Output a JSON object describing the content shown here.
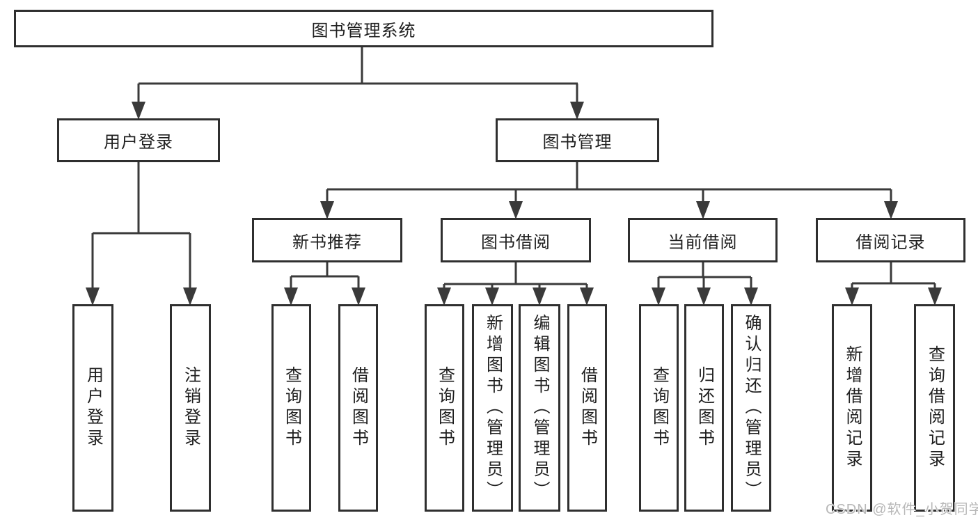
{
  "colors": {
    "line_color": "#3a3a3a",
    "box_border": "#2f2f2f",
    "box_fill": "#ffffff",
    "label_text": "#1f1f1f",
    "watermark_text": "#b8b8b8"
  },
  "tree": {
    "label": "图书管理系统",
    "children": [
      {
        "label": "用户登录",
        "children": [
          {
            "label": "用户登录"
          },
          {
            "label": "注销登录"
          }
        ]
      },
      {
        "label": "图书管理",
        "children": [
          {
            "label": "新书推荐",
            "children": [
              {
                "label": "查询图书"
              },
              {
                "label": "借阅图书"
              }
            ]
          },
          {
            "label": "图书借阅",
            "children": [
              {
                "label": "查询图书"
              },
              {
                "label": "新增图书（管理员）"
              },
              {
                "label": "编辑图书（管理员）"
              },
              {
                "label": "借阅图书"
              }
            ]
          },
          {
            "label": "当前借阅",
            "children": [
              {
                "label": "查询图书"
              },
              {
                "label": "归还图书"
              },
              {
                "label": "确认归还（管理员）"
              }
            ]
          },
          {
            "label": "借阅记录",
            "children": [
              {
                "label": "新增借阅记录"
              },
              {
                "label": "查询借阅记录"
              }
            ]
          }
        ]
      }
    ]
  },
  "watermark": {
    "text": "CSDN @软件_小贺同学"
  }
}
